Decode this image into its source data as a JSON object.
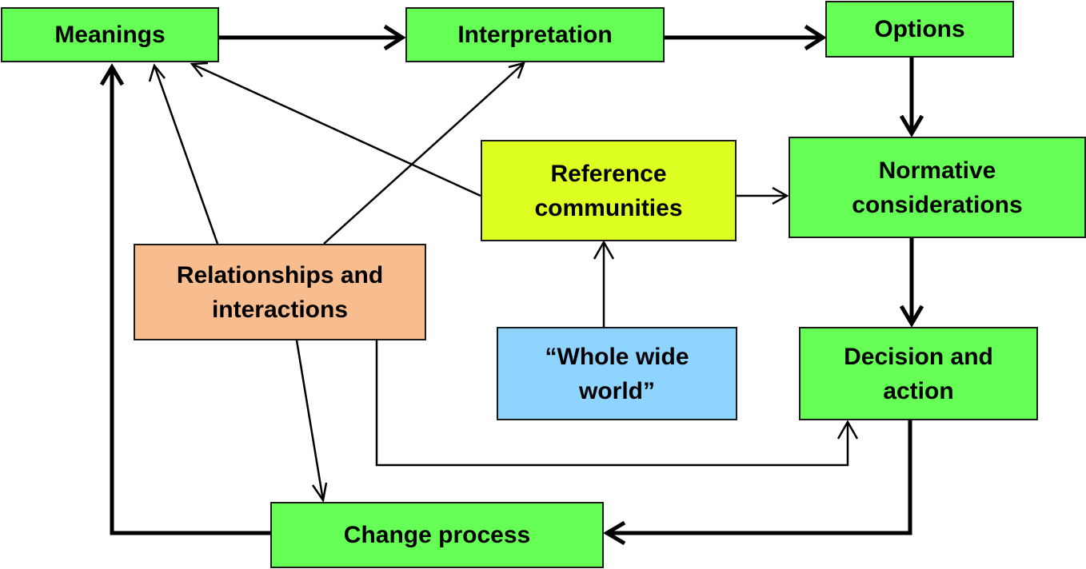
{
  "nodes": {
    "meanings": {
      "label": "Meanings",
      "color": "#66ff55"
    },
    "interpretation": {
      "label": "Interpretation",
      "color": "#66ff55"
    },
    "options": {
      "label": "Options",
      "color": "#66ff55"
    },
    "reference_communities": {
      "label": "Reference\ncommunities",
      "color": "#ddff22"
    },
    "normative_considerations": {
      "label": "Normative\nconsiderations",
      "color": "#66ff55"
    },
    "relationships_interactions": {
      "label": "Relationships and\ninteractions",
      "color": "#f8bd8f"
    },
    "whole_wide_world": {
      "label": "“Whole wide\nworld”",
      "color": "#8fd4ff"
    },
    "decision_action": {
      "label": "Decision and\naction",
      "color": "#66ff55"
    },
    "change_process": {
      "label": "Change process",
      "color": "#66ff55"
    }
  },
  "edges": [
    {
      "from": "meanings",
      "to": "interpretation",
      "style": "thick"
    },
    {
      "from": "interpretation",
      "to": "options",
      "style": "thick"
    },
    {
      "from": "options",
      "to": "normative_considerations",
      "style": "thick"
    },
    {
      "from": "normative_considerations",
      "to": "decision_action",
      "style": "thick"
    },
    {
      "from": "decision_action",
      "to": "change_process",
      "style": "thick"
    },
    {
      "from": "change_process",
      "to": "meanings",
      "style": "thick"
    },
    {
      "from": "relationships_interactions",
      "to": "meanings",
      "style": "thin"
    },
    {
      "from": "relationships_interactions",
      "to": "interpretation",
      "style": "thin"
    },
    {
      "from": "reference_communities",
      "to": "meanings",
      "style": "thin"
    },
    {
      "from": "reference_communities",
      "to": "normative_considerations",
      "style": "thin"
    },
    {
      "from": "whole_wide_world",
      "to": "reference_communities",
      "style": "thin"
    },
    {
      "from": "relationships_interactions",
      "to": "change_process",
      "style": "thin"
    },
    {
      "from": "relationships_interactions",
      "to": "decision_action",
      "style": "thin"
    }
  ]
}
